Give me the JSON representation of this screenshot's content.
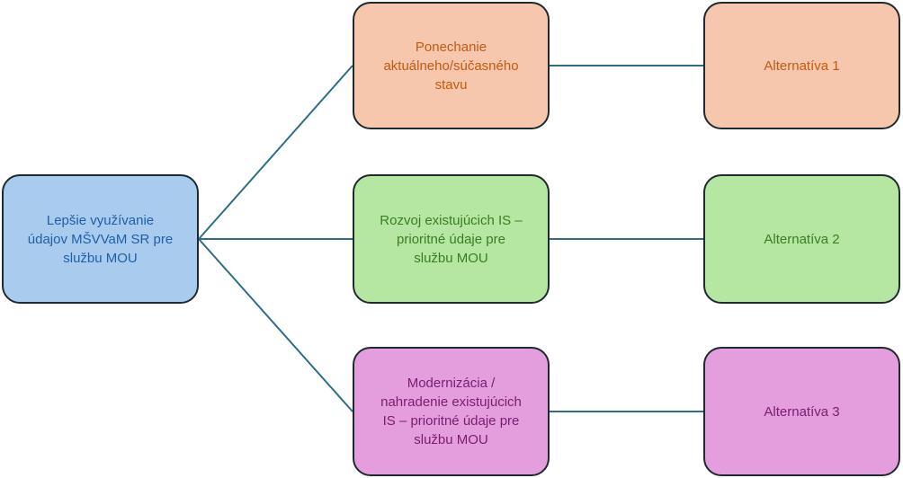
{
  "connector_color": "#2e6f86",
  "root": {
    "lines": [
      "Lepšie využívanie",
      "údajov MŠVVaM SR pre",
      "službu MOU"
    ],
    "fill": "#a9cbee",
    "text_color": "#1f5fa8"
  },
  "branches": [
    {
      "option": {
        "lines": [
          "Ponechanie",
          "aktuálneho/súčasného",
          "stavu"
        ]
      },
      "alternative": {
        "label": "Alternatíva 1"
      },
      "fill": "#f6c7ac",
      "text_color": "#c55a11"
    },
    {
      "option": {
        "lines": [
          "Rozvoj existujúcich IS –",
          "prioritné údaje pre",
          "službu MOU"
        ]
      },
      "alternative": {
        "label": "Alternatíva 2"
      },
      "fill": "#b5e6a2",
      "text_color": "#3b7d23"
    },
    {
      "option": {
        "lines": [
          "Modernizácia /",
          "nahradenie existujúcich",
          "IS – prioritné údaje pre",
          "službu MOU"
        ]
      },
      "alternative": {
        "label": "Alternatíva 3"
      },
      "fill": "#e49edd",
      "text_color": "#7a1d6f"
    }
  ]
}
